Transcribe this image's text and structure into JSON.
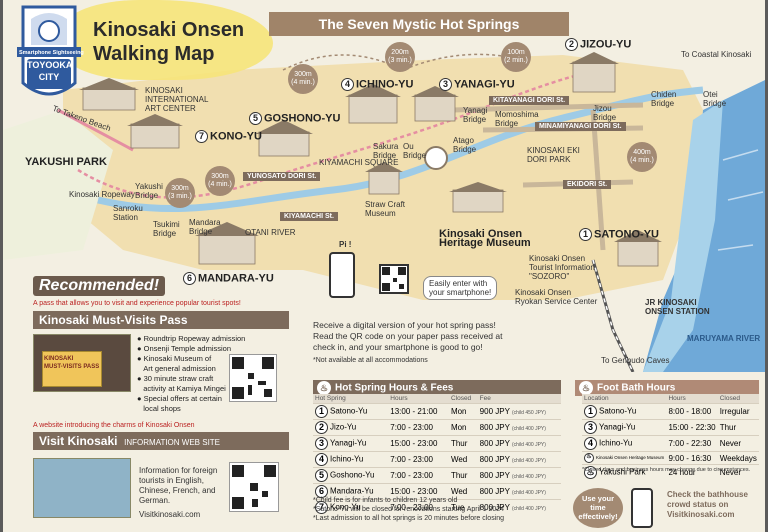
{
  "title": [
    "Kinosaki Onsen",
    "Walking Map"
  ],
  "banner": "The Seven Mystic Hot Springs",
  "logo": {
    "top": "Smartphone Sightseeing",
    "name": [
      "TOYOOKA",
      "CITY"
    ]
  },
  "springs_labels": [
    {
      "num": "1",
      "name": "SATONO-YU"
    },
    {
      "num": "2",
      "name": "JIZOU-YU"
    },
    {
      "num": "3",
      "name": "YANAGI-YU"
    },
    {
      "num": "4",
      "name": "ICHINO-YU"
    },
    {
      "num": "5",
      "name": "GOSHONO-YU"
    },
    {
      "num": "6",
      "name": "MANDARA-YU"
    },
    {
      "num": "7",
      "name": "KONO-YU"
    }
  ],
  "walk_times": [
    {
      "dist": "300m",
      "time": "(4 min.)"
    },
    {
      "dist": "200m",
      "time": "(3 min.)"
    },
    {
      "dist": "100m",
      "time": "(2 min.)"
    },
    {
      "dist": "300m",
      "time": "(4 min.)"
    },
    {
      "dist": "300m",
      "time": "(3 min.)"
    },
    {
      "dist": "400m",
      "time": "(4 min.)"
    }
  ],
  "streets": [
    "KITAYANAGI DORI St.",
    "MINAMIYANAGI DORI St.",
    "EKIDORI St.",
    "YUNOSATO DORI St.",
    "KIYAMACHI St."
  ],
  "places": {
    "art_center": [
      "KINOSAKI",
      "INTERNATIONAL",
      "ART CENTER"
    ],
    "to_takeno": "To Takeno Beach",
    "yakushi": "YAKUSHI PARK",
    "ropeway": "Kinosaki Ropeway",
    "onsenji": [
      "Sanroku",
      "Station"
    ],
    "yakushi_bridge": [
      "Yakushi",
      "Bridge"
    ],
    "tsukimi": [
      "Tsukimi",
      "Bridge"
    ],
    "mandara_bridge": [
      "Mandara",
      "Bridge"
    ],
    "otani": "OTANI RIVER",
    "kiyamachi_sq": "KIYAMACHI SQUARE",
    "straw": [
      "Straw Craft",
      "Museum"
    ],
    "sakura": [
      "Sakura",
      "Bridge"
    ],
    "ou": [
      "Ou",
      "Bridge"
    ],
    "atago": [
      "Atago",
      "Bridge"
    ],
    "yanagi_bridge": [
      "Yanagi",
      "Bridge"
    ],
    "momoshima": [
      "Momoshima",
      "Bridge"
    ],
    "kinosaki_eki_park": [
      "KINOSAKI EKI",
      "DORI PARK"
    ],
    "heritage": [
      "Kinosaki Onsen",
      "Heritage Museum"
    ],
    "coastal": "To Coastal Kinosaki",
    "chiden": [
      "Chiden",
      "Bridge"
    ],
    "otei": [
      "Otei",
      "Bridge"
    ],
    "tourist_info": [
      "Kinosaki Onsen",
      "Tourist Information",
      "\"SOZORO\""
    ],
    "ryokan": [
      "Kinosaki Onsen",
      "Ryokan Service Center"
    ],
    "station": [
      "JR KINOSAKI",
      "ONSEN STATION"
    ],
    "maruyama": "MARUYAMA RIVER",
    "genbudo": "To Genbudo Caves",
    "jizo_bridge": [
      "Jizou",
      "Bridge"
    ]
  },
  "qr_promo": {
    "pi": "Pi !",
    "easy": [
      "Easily enter with",
      "your smartphone!"
    ],
    "text": [
      "Receive a digital version of your hot spring pass!",
      "Read the QR code on your paper pass received at",
      "check in, and your smartphone is good to go!"
    ],
    "note": "*Not available at all accommodations"
  },
  "recommended": {
    "badge": "Recommended!",
    "tagline": "A pass that allows you to visit and experience popular tourist spots!",
    "pass_title": "Kinosaki Must-Visits Pass",
    "pass_photo_lines": [
      "KINOSAKI",
      "MUST-VISITS PASS"
    ],
    "bullets": [
      "Roundtrip Ropeway admission",
      "Onsenji Temple admission",
      "Kinosaki Museum of",
      "Art general admission",
      "30 minute straw craft",
      "activity at Kamiya Mingei",
      "Special offers at certain",
      "local shops"
    ]
  },
  "visit": {
    "tagline": "A website introducing the charms of Kinosaki Onsen",
    "title": "Visit Kinosaki",
    "sub": "INFORMATION WEB SITE",
    "info": [
      "Information for foreign",
      "tourists in English,",
      "Chinese, French, and",
      "German."
    ],
    "url": "Visitkinosaki.com"
  },
  "hot_spring_table": {
    "title": "Hot Spring Hours & Fees",
    "headers": [
      "Hot Spring",
      "Hours",
      "Closed",
      "Fee"
    ],
    "rows": [
      {
        "num": "1",
        "name": "Satono-Yu",
        "hours": "13:00 - 21:00",
        "closed": "Mon",
        "fee": "900 JPY",
        "child": "(child 450 JPY)"
      },
      {
        "num": "2",
        "name": "Jizo-Yu",
        "hours": "7:00 - 23:00",
        "closed": "Mon",
        "fee": "800 JPY",
        "child": "(child 400 JPY)"
      },
      {
        "num": "3",
        "name": "Yanagi-Yu",
        "hours": "15:00 - 23:00",
        "closed": "Thur",
        "fee": "800 JPY",
        "child": "(child 400 JPY)"
      },
      {
        "num": "4",
        "name": "Ichino-Yu",
        "hours": "7:00 - 23:00",
        "closed": "Wed",
        "fee": "800 JPY",
        "child": "(child 400 JPY)"
      },
      {
        "num": "5",
        "name": "Goshono-Yu",
        "hours": "7:00 - 23:00",
        "closed": "Thur",
        "fee": "800 JPY",
        "child": "(child 400 JPY)"
      },
      {
        "num": "6",
        "name": "Mandara-Yu",
        "hours": "15:00 - 23:00",
        "closed": "Wed",
        "fee": "800 JPY",
        "child": "(child 400 JPY)"
      },
      {
        "num": "7",
        "name": "Kono-Yu",
        "hours": "7:00 - 23:00",
        "closed": "Tue",
        "fee": "800 JPY",
        "child": "(child 400 JPY)"
      }
    ],
    "notes": [
      "*Child fee is for infants to children  12 years old",
      "*Satono-Yu will be closed for renovations starting April 1 2024",
      "*Last admission to all hot springs is 20 minutes before closing"
    ]
  },
  "foot_bath_table": {
    "title": "Foot Bath Hours",
    "headers": [
      "Location",
      "Hours",
      "Closed"
    ],
    "rows": [
      {
        "num": "1",
        "name": "Satono-Yu",
        "hours": "8:00 - 18:00",
        "closed": "Irregular"
      },
      {
        "num": "3",
        "name": "Yanagi-Yu",
        "hours": "15:00 - 22:30",
        "closed": "Thur"
      },
      {
        "num": "4",
        "name": "Ichino-Yu",
        "hours": "7:00 - 22:30",
        "closed": "Never"
      },
      {
        "num": "",
        "name": "Kinosaki Onsen Heritage Museum",
        "hours": "9:00 - 16:30",
        "closed": "Weekdays"
      },
      {
        "num": "",
        "name": "Yakushi Park",
        "hours": "24 hour",
        "closed": "Never"
      }
    ],
    "note": "*Closed days and business hours may change due to circumstances."
  },
  "crowd": {
    "use": [
      "Use your",
      "time",
      "effectively!"
    ],
    "check": [
      "Check the bathhouse",
      "crowd status on",
      "Visitkinosaki.com"
    ]
  },
  "colors": {
    "banner": "#a08469",
    "river": "#9ecbe6",
    "sea": "#6fa9d8",
    "accent_red": "#c73b4a",
    "yellow": "#f6e47a"
  }
}
